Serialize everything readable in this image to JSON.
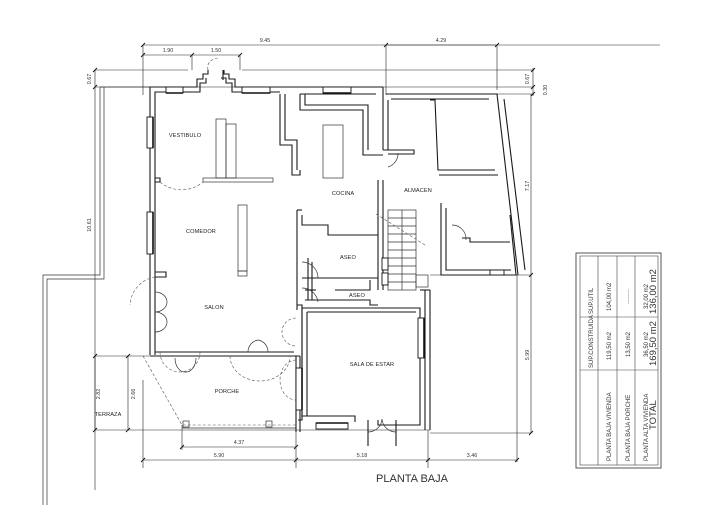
{
  "drawing": {
    "title": "PLANTA BAJA",
    "rooms": {
      "vestibulo": "VESTIBULO",
      "comedor": "COMEDOR",
      "salon": "SALON",
      "cocina": "COCINA",
      "almacen": "ALMACEN",
      "aseo_1": "ASEO",
      "aseo_2": "ASEO",
      "sala_de_estar": "SALA DE ESTAR",
      "porche": "PORCHE",
      "terraza": "TERRAZA"
    },
    "dimensions": {
      "top_total": "9.45",
      "top_left": "1.90",
      "top_entry": "1.50",
      "top_right": "4.29",
      "left_top_offset": "0.67",
      "right_top_offset_1": "0.67",
      "right_top_offset_2": "0.30",
      "left_height": "10.61",
      "right_upper_height": "7.17",
      "right_lower_height": "5.99",
      "terraza_height": "2.82",
      "porche_height": "2.66",
      "porche_width": "4.37",
      "bottom_left": "5.90",
      "bottom_mid": "5.18",
      "bottom_right": "3.46"
    }
  },
  "surface_table": {
    "headers": [
      "",
      "SUP.CONSTRUIDA",
      "SUP.UTIL"
    ],
    "rows": [
      {
        "label": "PLANTA BAJA   VIVIENDA",
        "construida": "119,50  m2",
        "util": "104,00  m2"
      },
      {
        "label": "PLANTA BAJA   PORCHE",
        "construida": "13,50  m2",
        "util": "----------"
      },
      {
        "label": "PLANTA ALTA   VIVIENDA",
        "construida": "36,50  m2",
        "util": "32,00  m2"
      }
    ],
    "total": {
      "label": "TOTAL",
      "construida": "169,50 m2",
      "util": "136,00 m2"
    }
  }
}
